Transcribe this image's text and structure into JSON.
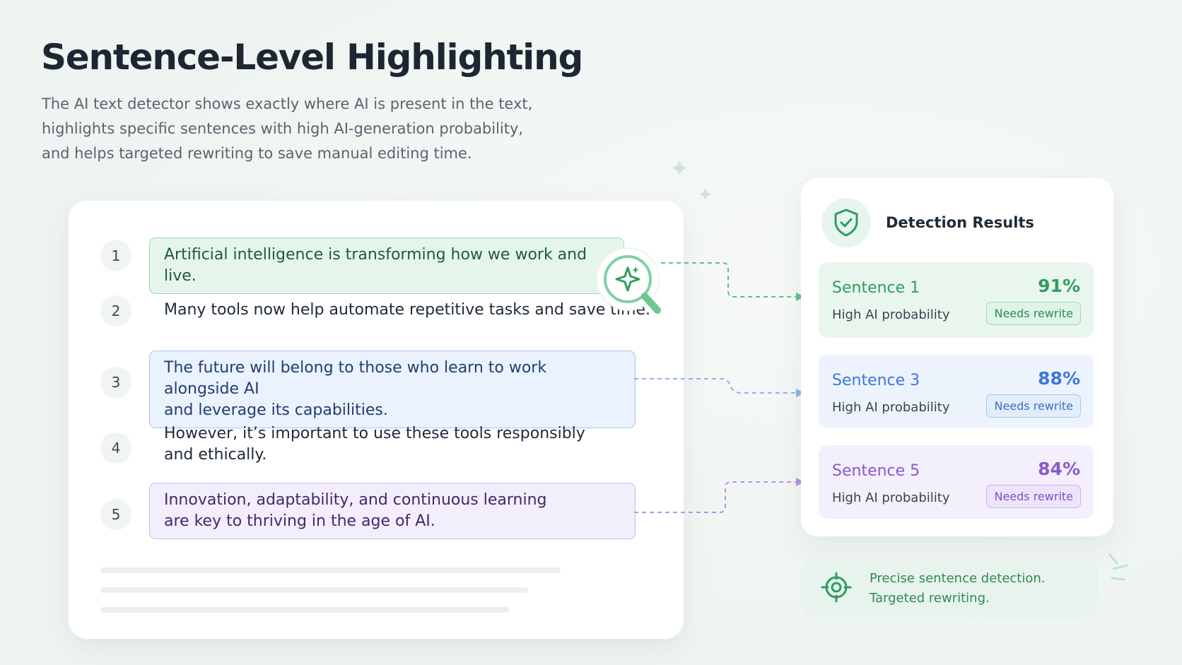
{
  "header": {
    "title": "Sentence-Level Highlighting",
    "subtitle_lines": [
      "The AI text detector shows exactly where AI is present in the text,",
      "highlights specific sentences with high AI-generation probability,",
      "and helps targeted rewriting to save manual editing time."
    ]
  },
  "document": {
    "sentences": [
      {
        "number": "1",
        "lines": [
          "Artificial intelligence is transforming how we work and live."
        ],
        "highlight": "green"
      },
      {
        "number": "2",
        "lines": [
          "Many tools now help automate repetitive tasks and save time."
        ],
        "highlight": "none"
      },
      {
        "number": "3",
        "lines": [
          "The future will belong to those who learn to work alongside AI",
          "and leverage its capabilities."
        ],
        "highlight": "blue"
      },
      {
        "number": "4",
        "lines": [
          "However, it’s important to use these tools responsibly",
          "and ethically."
        ],
        "highlight": "none"
      },
      {
        "number": "5",
        "lines": [
          "Innovation, adaptability, and continuous learning",
          "are key to thriving in the age of AI."
        ],
        "highlight": "purple"
      }
    ]
  },
  "results": {
    "title": "Detection Results",
    "items": [
      {
        "name": "Sentence 1",
        "percent": "91%",
        "probability": "High AI probability",
        "badge": "Needs rewrite",
        "color": "#2e9d60"
      },
      {
        "name": "Sentence 3",
        "percent": "88%",
        "probability": "High AI probability",
        "badge": "Needs rewrite",
        "color": "#3b78d8"
      },
      {
        "name": "Sentence 5",
        "percent": "84%",
        "probability": "High AI probability",
        "badge": "Needs rewrite",
        "color": "#8a59c9"
      }
    ]
  },
  "tagline": {
    "line1": "Precise sentence detection.",
    "line2": "Targeted rewriting."
  },
  "icons": [
    "sparkle-icon",
    "magnifier-sparkle-icon",
    "shield-check-icon",
    "target-icon"
  ],
  "colors": {
    "green": "#2e9d60",
    "blue": "#3b78d8",
    "purple": "#8a59c9",
    "background": "#eef4f1"
  }
}
